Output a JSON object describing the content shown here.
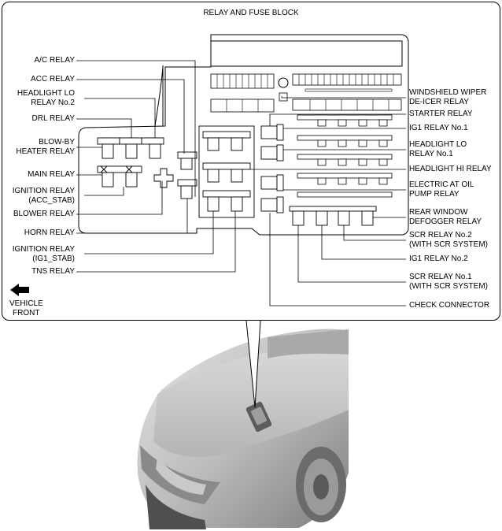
{
  "title": "RELAY AND FUSE BLOCK",
  "left_labels": {
    "ac_relay": "A/C RELAY",
    "acc_relay": "ACC RELAY",
    "headlight_lo_2_l1": "HEADLIGHT LO",
    "headlight_lo_2_l2": "RELAY No.2",
    "drl_relay": "DRL RELAY",
    "blowby_l1": "BLOW-BY",
    "blowby_l2": "HEATER RELAY",
    "main_relay": "MAIN RELAY",
    "ign_acc_l1": "IGNITION RELAY",
    "ign_acc_l2": "(ACC_STAB)",
    "blower_relay": "BLOWER RELAY",
    "horn_relay": "HORN RELAY",
    "ign_ig1_l1": "IGNITION RELAY",
    "ign_ig1_l2": "(IG1_STAB)",
    "tns_relay": "TNS RELAY"
  },
  "right_labels": {
    "wiper_l1": "WINDSHIELD WIPER",
    "wiper_l2": "DE-ICER RELAY",
    "starter_relay": "STARTER RELAY",
    "ig1_relay_1": "IG1 RELAY No.1",
    "headlight_lo_1_l1": "HEADLIGHT LO",
    "headlight_lo_1_l2": "RELAY No.1",
    "headlight_hi": "HEADLIGHT HI RELAY",
    "oil_pump_l1": "ELECTRIC AT OIL",
    "oil_pump_l2": "PUMP RELAY",
    "rear_window_l1": "REAR WINDOW",
    "rear_window_l2": "DEFOGGER RELAY",
    "scr2_l1": "SCR RELAY No.2",
    "scr2_l2": "(WITH SCR SYSTEM)",
    "ig1_relay_2": "IG1 RELAY No.2",
    "scr1_l1": "SCR RELAY No.1",
    "scr1_l2": "(WITH SCR SYSTEM)",
    "check_connector": "CHECK CONNECTOR"
  },
  "vehicle_front": {
    "line1": "VEHICLE",
    "line2": "FRONT"
  },
  "icons": {
    "front_arrow": "arrow-left-icon"
  }
}
